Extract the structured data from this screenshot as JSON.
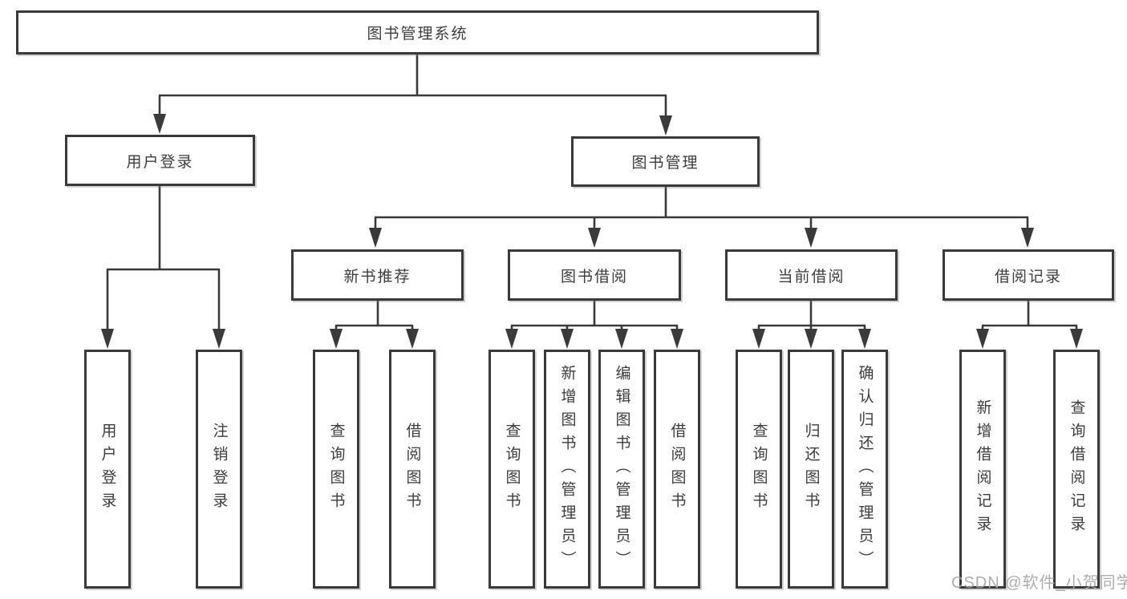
{
  "tree": {
    "root": "图书管理系统",
    "children": [
      {
        "label": "用户登录",
        "children": [
          "用户登录",
          "注销登录"
        ]
      },
      {
        "label": "图书管理",
        "children": [
          {
            "label": "新书推荐",
            "children": [
              "查询图书",
              "借阅图书"
            ]
          },
          {
            "label": "图书借阅",
            "children": [
              "查询图书",
              "新增图书（管理员）",
              "编辑图书（管理员）",
              "借阅图书"
            ]
          },
          {
            "label": "当前借阅",
            "children": [
              "查询图书",
              "归还图书",
              "确认归还（管理员）"
            ]
          },
          {
            "label": "借阅记录",
            "children": [
              "新增借阅记录",
              "查询借阅记录"
            ]
          }
        ]
      }
    ]
  },
  "watermark": {
    "text": "CSDN @软件_小贺同学"
  },
  "colors": {
    "line": "#3a3a3a",
    "node_text": "#3d3d3d",
    "node_background": "#ffffff",
    "watermark_text": "#a5a5a5",
    "background": "#ffffff"
  }
}
